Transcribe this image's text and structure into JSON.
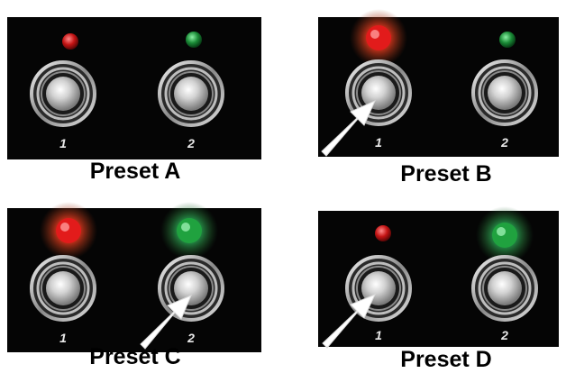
{
  "presets": [
    {
      "caption": "Preset A",
      "red_led": "dim",
      "green_led": "dim",
      "pressed": []
    },
    {
      "caption": "Preset B",
      "red_led": "lit",
      "green_led": "dim",
      "pressed": [
        "1"
      ]
    },
    {
      "caption": "Preset C",
      "red_led": "lit",
      "green_led": "lit",
      "pressed": [
        "2"
      ]
    },
    {
      "caption": "Preset D",
      "red_led": "dim",
      "green_led": "lit",
      "pressed": [
        "1"
      ]
    }
  ],
  "switch_labels": [
    "1",
    "2"
  ],
  "colors": {
    "panel": "#050505",
    "red_led": "#d61f1f",
    "green_led": "#1e9a3c",
    "arrow": "#ffffff"
  }
}
